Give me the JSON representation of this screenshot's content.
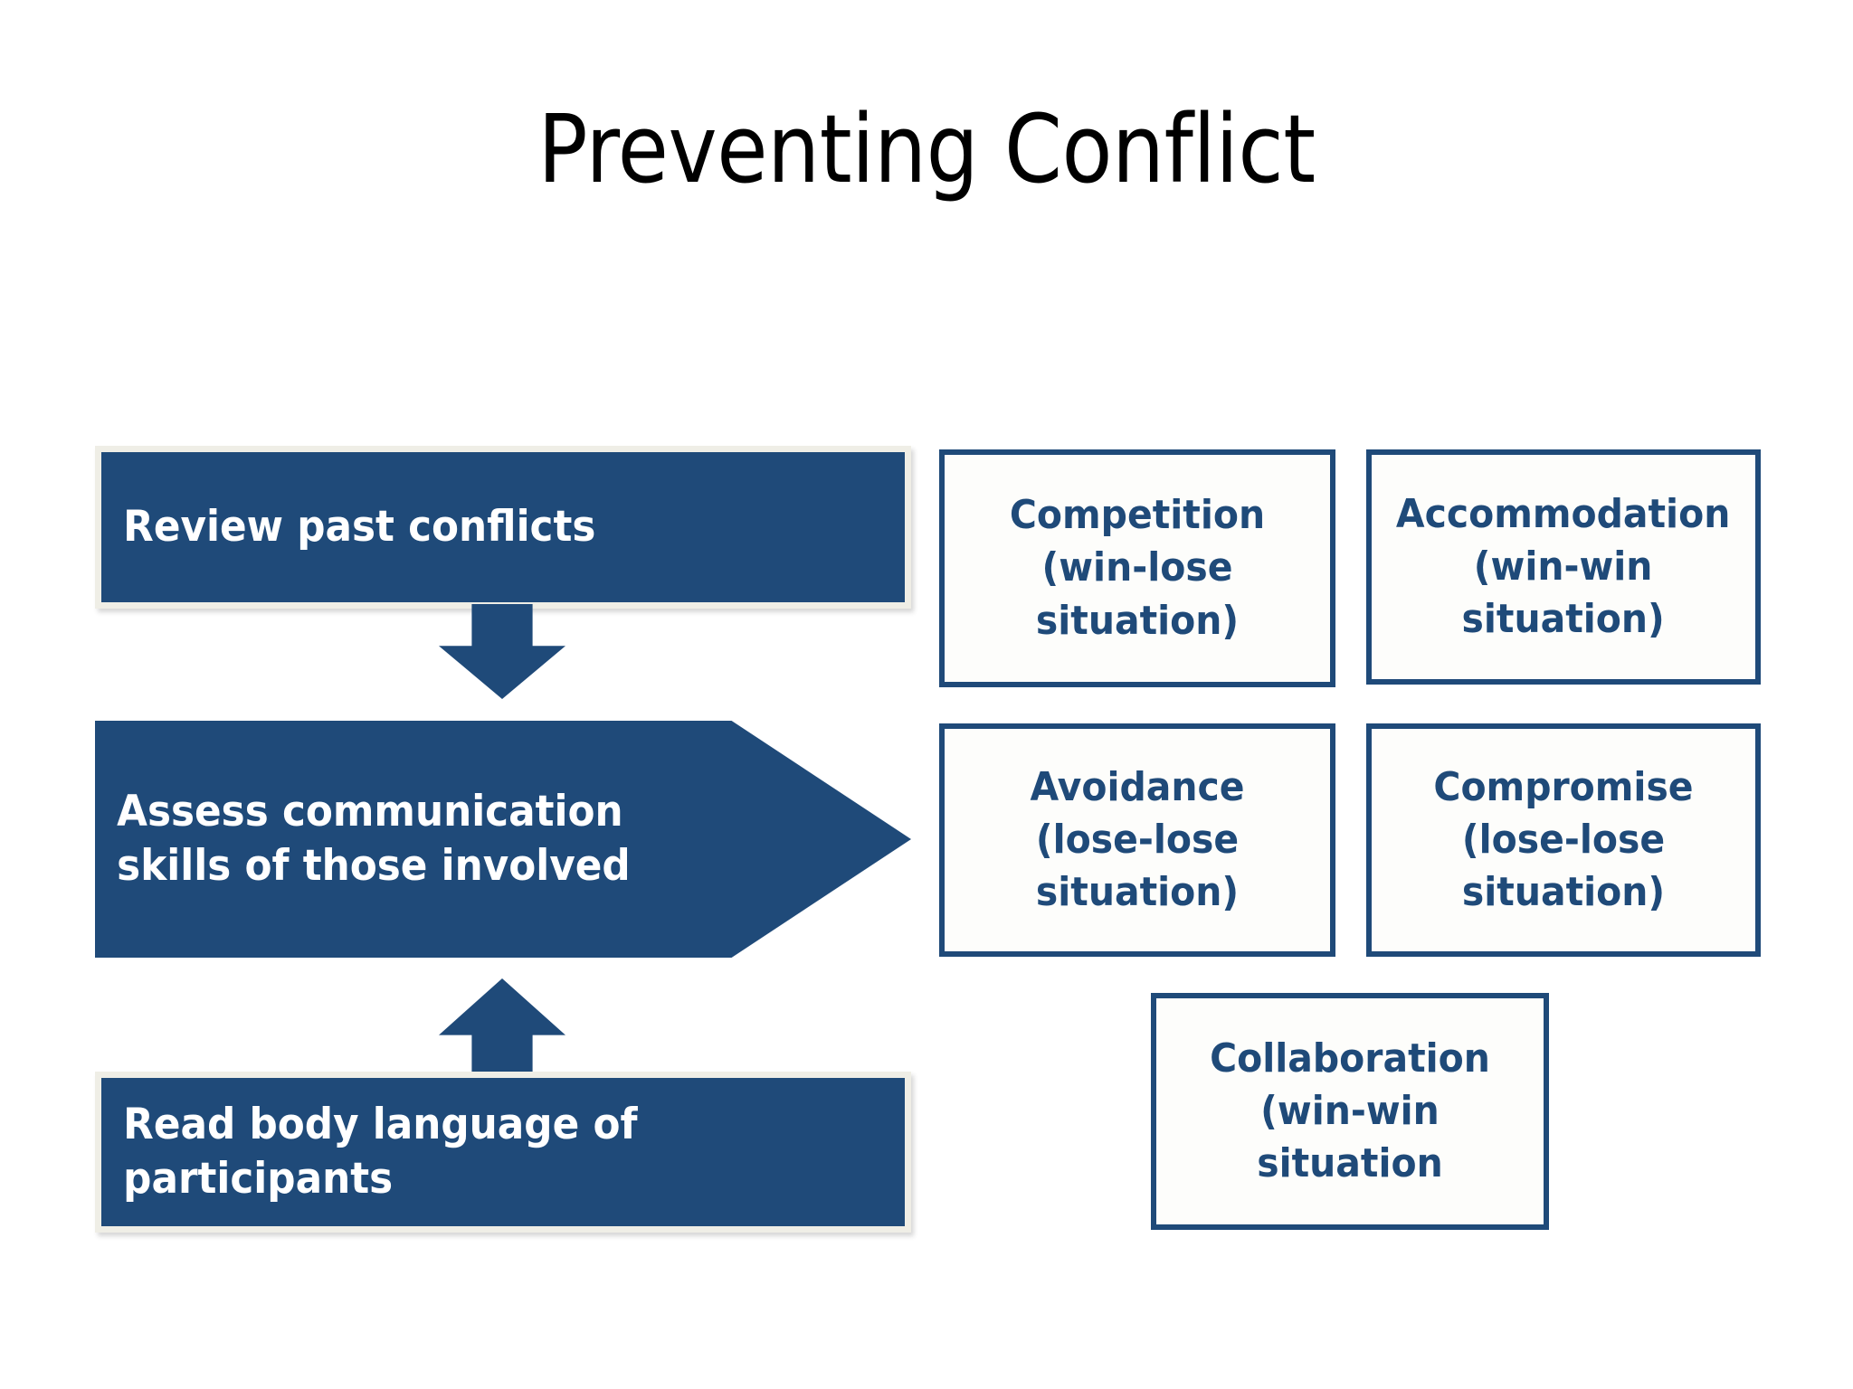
{
  "slide": {
    "title": "Preventing Conflict",
    "background_color": "#ffffff"
  },
  "theme": {
    "primary_blue": "#1F4A79",
    "box_fill_white": "#FDFDFB",
    "box_outline_accent": "#EFEEE6",
    "text_on_blue": "#FFFFFF"
  },
  "flow": {
    "steps": [
      {
        "id": "review-past-conflicts",
        "label": "Review past conflicts",
        "shape": "rectangle"
      },
      {
        "id": "assess-communication-skills",
        "label": "Assess communication skills of those involved",
        "shape": "chevron-arrow-right"
      },
      {
        "id": "read-body-language",
        "label": "Read body language of participants",
        "shape": "rectangle"
      }
    ],
    "connectors": [
      {
        "id": "connector-down",
        "direction": "down",
        "from": "review-past-conflicts",
        "to": "assess-communication-skills"
      },
      {
        "id": "connector-up",
        "direction": "up",
        "from": "read-body-language",
        "to": "assess-communication-skills"
      }
    ]
  },
  "conflict_styles": [
    {
      "id": "competition",
      "label": "Competition (win-lose situation)"
    },
    {
      "id": "accommodation",
      "label": "Accommodation (win-win situation)"
    },
    {
      "id": "avoidance",
      "label": "Avoidance (lose-lose situation)"
    },
    {
      "id": "compromise",
      "label": "Compromise (lose-lose situation)"
    },
    {
      "id": "collaboration",
      "label": "Collaboration (win-win situation"
    }
  ]
}
